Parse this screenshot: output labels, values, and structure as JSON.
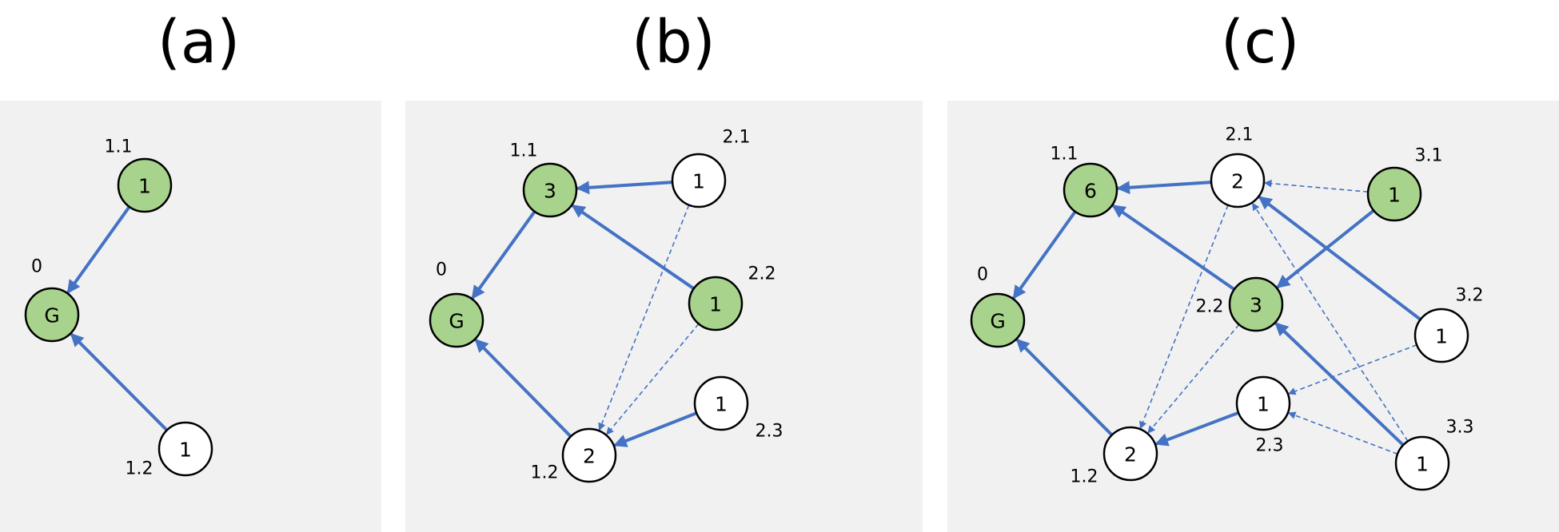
{
  "colors": {
    "panel_bg": "#f1f1f1",
    "node_green": "#a8d38c",
    "node_white": "#ffffff",
    "edge_blue": "#4472c4"
  },
  "panels": [
    {
      "title": "(a)",
      "nodes": [
        {
          "id": "a_g",
          "text": "G",
          "label": "0",
          "fill": "green"
        },
        {
          "id": "a_11",
          "text": "1",
          "label": "1.1",
          "fill": "green"
        },
        {
          "id": "a_12",
          "text": "1",
          "label": "1.2",
          "fill": "white"
        }
      ],
      "edges": [
        {
          "from": "a_11",
          "to": "a_g",
          "style": "solid"
        },
        {
          "from": "a_12",
          "to": "a_g",
          "style": "solid"
        }
      ]
    },
    {
      "title": "(b)",
      "nodes": [
        {
          "id": "b_g",
          "text": "G",
          "label": "0",
          "fill": "green"
        },
        {
          "id": "b_11",
          "text": "3",
          "label": "1.1",
          "fill": "green"
        },
        {
          "id": "b_21",
          "text": "1",
          "label": "2.1",
          "fill": "white"
        },
        {
          "id": "b_22",
          "text": "1",
          "label": "2.2",
          "fill": "green"
        },
        {
          "id": "b_23",
          "text": "1",
          "label": "2.3",
          "fill": "white"
        },
        {
          "id": "b_12",
          "text": "2",
          "label": "1.2",
          "fill": "white"
        }
      ],
      "edges": [
        {
          "from": "b_11",
          "to": "b_g",
          "style": "solid"
        },
        {
          "from": "b_21",
          "to": "b_11",
          "style": "solid"
        },
        {
          "from": "b_22",
          "to": "b_11",
          "style": "solid"
        },
        {
          "from": "b_12",
          "to": "b_g",
          "style": "solid"
        },
        {
          "from": "b_23",
          "to": "b_12",
          "style": "solid"
        },
        {
          "from": "b_21",
          "to": "b_12",
          "style": "dashed"
        },
        {
          "from": "b_22",
          "to": "b_12",
          "style": "dashed"
        }
      ]
    },
    {
      "title": "(c)",
      "nodes": [
        {
          "id": "c_g",
          "text": "G",
          "label": "0",
          "fill": "green"
        },
        {
          "id": "c_11",
          "text": "6",
          "label": "1.1",
          "fill": "green"
        },
        {
          "id": "c_21",
          "text": "2",
          "label": "2.1",
          "fill": "white"
        },
        {
          "id": "c_31",
          "text": "1",
          "label": "3.1",
          "fill": "green"
        },
        {
          "id": "c_22",
          "text": "3",
          "label": "2.2",
          "fill": "green"
        },
        {
          "id": "c_32",
          "text": "1",
          "label": "3.2",
          "fill": "white"
        },
        {
          "id": "c_23",
          "text": "1",
          "label": "2.3",
          "fill": "white"
        },
        {
          "id": "c_12",
          "text": "2",
          "label": "1.2",
          "fill": "white"
        },
        {
          "id": "c_33",
          "text": "1",
          "label": "3.3",
          "fill": "white"
        }
      ],
      "edges": [
        {
          "from": "c_11",
          "to": "c_g",
          "style": "solid"
        },
        {
          "from": "c_21",
          "to": "c_11",
          "style": "solid"
        },
        {
          "from": "c_22",
          "to": "c_11",
          "style": "solid"
        },
        {
          "from": "c_31",
          "to": "c_22",
          "style": "solid"
        },
        {
          "from": "c_32",
          "to": "c_21",
          "style": "solid"
        },
        {
          "from": "c_33",
          "to": "c_22",
          "style": "solid"
        },
        {
          "from": "c_12",
          "to": "c_g",
          "style": "solid"
        },
        {
          "from": "c_23",
          "to": "c_12",
          "style": "solid"
        },
        {
          "from": "c_31",
          "to": "c_21",
          "style": "dashed"
        },
        {
          "from": "c_21",
          "to": "c_12",
          "style": "dashed"
        },
        {
          "from": "c_22",
          "to": "c_12",
          "style": "dashed"
        },
        {
          "from": "c_33",
          "to": "c_21",
          "style": "dashed"
        },
        {
          "from": "c_32",
          "to": "c_23",
          "style": "dashed"
        },
        {
          "from": "c_33",
          "to": "c_23",
          "style": "dashed"
        }
      ]
    }
  ]
}
